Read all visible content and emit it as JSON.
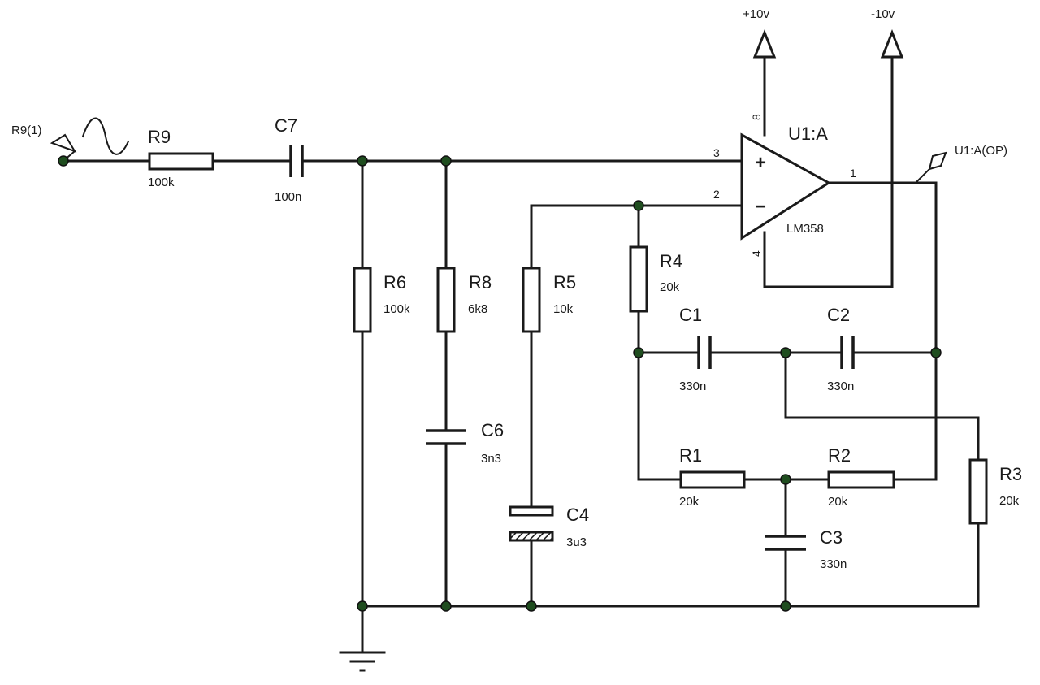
{
  "power": {
    "pos": "+10v",
    "neg": "-10v"
  },
  "probes": {
    "input": "R9(1)",
    "output": "U1:A(OP)"
  },
  "opamp": {
    "ref": "U1:A",
    "part": "LM358",
    "pins": {
      "non_inv": "3",
      "inv": "2",
      "out": "1",
      "vpos": "8",
      "vneg": "4"
    },
    "plus": "+",
    "minus": "−"
  },
  "components": {
    "R9": {
      "ref": "R9",
      "value": "100k"
    },
    "C7": {
      "ref": "C7",
      "value": "100n"
    },
    "R6": {
      "ref": "R6",
      "value": "100k"
    },
    "R8": {
      "ref": "R8",
      "value": "6k8"
    },
    "R5": {
      "ref": "R5",
      "value": "10k"
    },
    "R4": {
      "ref": "R4",
      "value": "20k"
    },
    "C1": {
      "ref": "C1",
      "value": "330n"
    },
    "C2": {
      "ref": "C2",
      "value": "330n"
    },
    "C6": {
      "ref": "C6",
      "value": "3n3"
    },
    "C4": {
      "ref": "C4",
      "value": "3u3"
    },
    "R1": {
      "ref": "R1",
      "value": "20k"
    },
    "R2": {
      "ref": "R2",
      "value": "20k"
    },
    "C3": {
      "ref": "C3",
      "value": "330n"
    },
    "R3": {
      "ref": "R3",
      "value": "20k"
    }
  }
}
